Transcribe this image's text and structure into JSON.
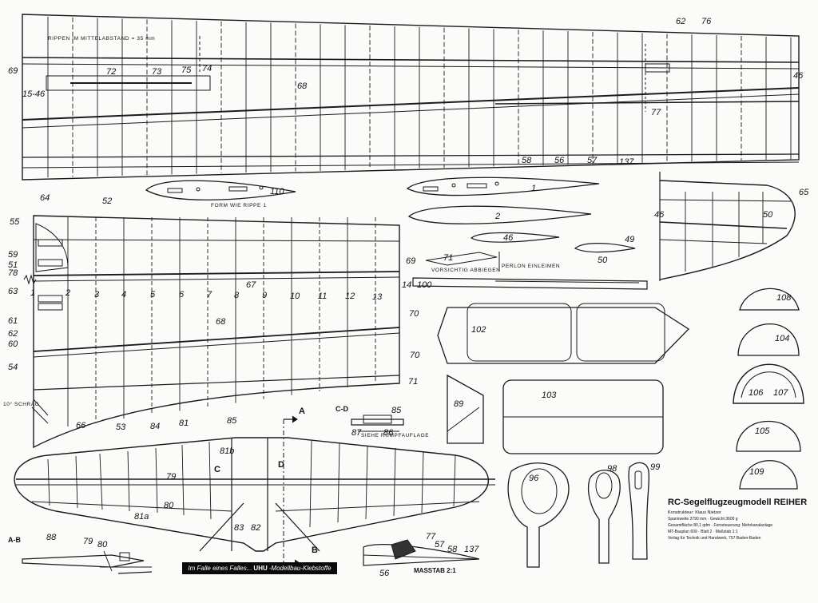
{
  "notes": {
    "rib_spacing": "RIPPEN IM MITTELABSTAND = 35 mm",
    "form_like_rib": "FORM WIE RIPPE 1",
    "bend_carefully": "VORSICHTIG ABBIEGEN",
    "glue_perlon": "PERLON EINLEIMEN",
    "see_fuselage_rest": "SIEHE RUMPFAUFLAGE",
    "angled": "10° SCHRÄG",
    "section_cd": "C-D",
    "section_ab": "A-B",
    "scale": "MASSTAB 2:1"
  },
  "title_block": {
    "title": "RC-Segelflugzeugmodell REIHER",
    "author": "Konstrukteur: Klaus Nietzer",
    "line1": "Spannweite 3790 mm · Gewicht 3600 g",
    "line2": "Gesamtfläche 80,1 qdm · Fernsteuerung: Mehrkanalanlage",
    "line3": "MT-Bauplan 609 · Blatt 2 · Maßstab 1:1",
    "line4": "Verlag für Technik und Handwerk, 757 Baden-Baden"
  },
  "banner": {
    "before": "Im Falle eines Falles...",
    "brand": "UHU",
    "after": "-Modellbau-Klebstoffe"
  },
  "part_labels": {
    "wing_top": [
      "69",
      "72",
      "73",
      "75",
      "74",
      "68",
      "62",
      "76",
      "46",
      "77",
      "58",
      "56",
      "57",
      "137",
      "15-46"
    ],
    "ribs": [
      "110",
      "1",
      "2",
      "46",
      "49",
      "71",
      "50",
      "100",
      "65",
      "46",
      "50"
    ],
    "center_wing": [
      "64",
      "52",
      "55",
      "59",
      "51",
      "78",
      "63",
      "61",
      "62",
      "60",
      "54",
      "53",
      "66",
      "69",
      "67",
      "68",
      "70",
      "70",
      "71",
      "14",
      "1",
      "2",
      "3",
      "4",
      "5",
      "6",
      "7",
      "8",
      "9",
      "10",
      "11",
      "12",
      "13"
    ],
    "stab": [
      "85",
      "84",
      "81",
      "81b",
      "79",
      "80",
      "81a",
      "83",
      "82"
    ],
    "parts": [
      "102",
      "103",
      "89",
      "108",
      "104",
      "106",
      "107",
      "105",
      "109",
      "96",
      "98",
      "99"
    ],
    "details": [
      "85",
      "87",
      "86",
      "88",
      "79",
      "80",
      "77",
      "57",
      "58",
      "137",
      "56"
    ],
    "arrows": [
      "A",
      "B",
      "C",
      "D"
    ]
  }
}
